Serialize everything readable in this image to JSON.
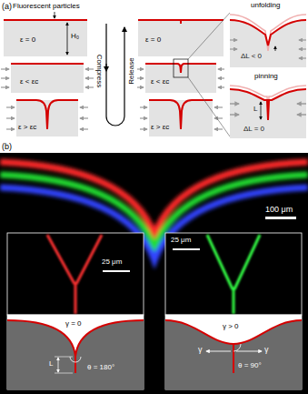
{
  "diagram": {
    "labels": [
      "(a)",
      "Fluorescent particles",
      "H₀",
      "ε = 0",
      "ε < εc",
      "ε > εc",
      "Compress",
      "Release",
      "ε = 0",
      "ε < εc",
      "ε > εc",
      "unfolding",
      "ΔL < 0",
      "pinning",
      "L",
      "ΔL = 0",
      "(b)",
      "100 μm",
      "25 μm",
      "25 μm",
      "γ = 0",
      "L",
      "θ = 180°",
      "γ > 0",
      "γ",
      "γ",
      "θ = 90°"
    ]
  }
}
